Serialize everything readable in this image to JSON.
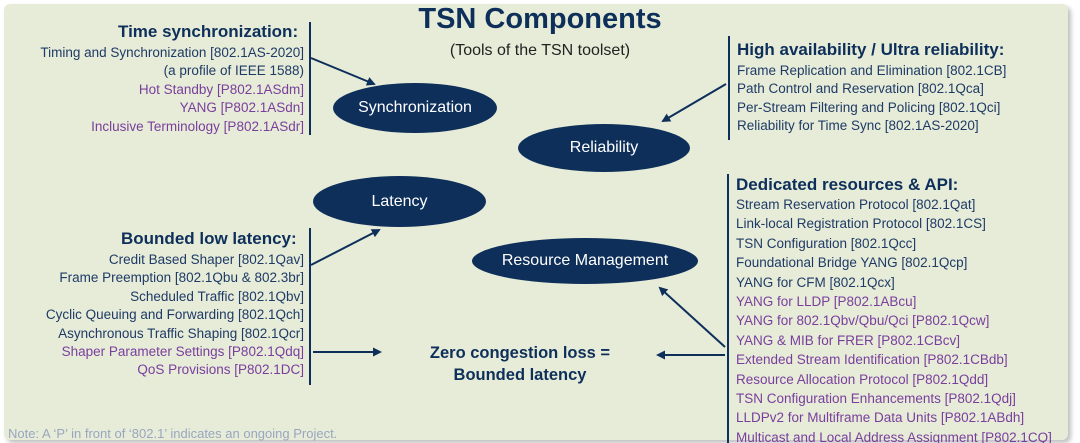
{
  "title": "TSN Components",
  "subtitle": "(Tools of the TSN toolset)",
  "nodes": {
    "synchronization": "Synchronization",
    "reliability": "Reliability",
    "latency": "Latency",
    "resource_management": "Resource Management"
  },
  "groups": {
    "time_sync": {
      "heading": "Time synchronization:",
      "items": [
        {
          "text": "Timing and Synchronization [802.1AS-2020]",
          "project": false
        },
        {
          "text": "(a profile of IEEE 1588)",
          "project": false
        },
        {
          "text": "Hot Standby [P802.1ASdm]",
          "project": true
        },
        {
          "text": "YANG [P802.1ASdn]",
          "project": true
        },
        {
          "text": "Inclusive Terminology [P802.1ASdr]",
          "project": true
        }
      ]
    },
    "high_availability": {
      "heading": "High availability / Ultra reliability:",
      "items": [
        {
          "text": "Frame Replication and Elimination [802.1CB]",
          "project": false
        },
        {
          "text": "Path Control and Reservation [802.1Qca]",
          "project": false
        },
        {
          "text": "Per-Stream Filtering and Policing [802.1Qci]",
          "project": false
        },
        {
          "text": "Reliability for Time Sync [802.1AS-2020]",
          "project": false
        }
      ]
    },
    "low_latency": {
      "heading": "Bounded low latency:",
      "items": [
        {
          "text": "Credit Based Shaper [802.1Qav]",
          "project": false
        },
        {
          "text": "Frame Preemption [802.1Qbu & 802.3br]",
          "project": false
        },
        {
          "text": "Scheduled Traffic [802.1Qbv]",
          "project": false
        },
        {
          "text": "Cyclic Queuing and Forwarding [802.1Qch]",
          "project": false
        },
        {
          "text": "Asynchronous Traffic Shaping [802.1Qcr]",
          "project": false
        },
        {
          "text": "Shaper Parameter Settings [P802.1Qdq]",
          "project": true
        },
        {
          "text": "QoS Provisions [P802.1DC]",
          "project": true
        }
      ]
    },
    "dedicated_resources": {
      "heading": "Dedicated resources & API:",
      "items": [
        {
          "text": "Stream Reservation Protocol [802.1Qat]",
          "project": false
        },
        {
          "text": "Link-local Registration Protocol [802.1CS]",
          "project": false
        },
        {
          "text": "TSN Configuration [802.1Qcc]",
          "project": false
        },
        {
          "text": "Foundational Bridge YANG [802.1Qcp]",
          "project": false
        },
        {
          "text": "YANG for CFM [802.1Qcx]",
          "project": false
        },
        {
          "text": "YANG for LLDP [P802.1ABcu]",
          "project": true
        },
        {
          "text": "YANG for 802.1Qbv/Qbu/Qci [P802.1Qcw]",
          "project": true
        },
        {
          "text": "YANG & MIB for FRER [P802.1CBcv]",
          "project": true
        },
        {
          "text": "Extended Stream Identification [P802.1CBdb]",
          "project": true
        },
        {
          "text": "Resource Allocation Protocol [P802.1Qdd]",
          "project": true
        },
        {
          "text": "TSN Configuration Enhancements [P802.1Qdj]",
          "project": true
        },
        {
          "text": "LLDPv2 for Multiframe Data Units [P802.1ABdh]",
          "project": true
        },
        {
          "text": "Multicast and Local Address Assignment [P802.1CQ]",
          "project": true
        }
      ]
    }
  },
  "goal": {
    "line1": "Zero congestion loss =",
    "line2": "Bounded latency"
  },
  "note": "Note: A ‘P’ in front of ‘802.1’ indicates an ongoing Project.",
  "colors": {
    "background": "#e6ecd8",
    "navy": "#0d2f5a",
    "standard_text": "#1f3a66",
    "project_text": "#7a3e9d"
  }
}
